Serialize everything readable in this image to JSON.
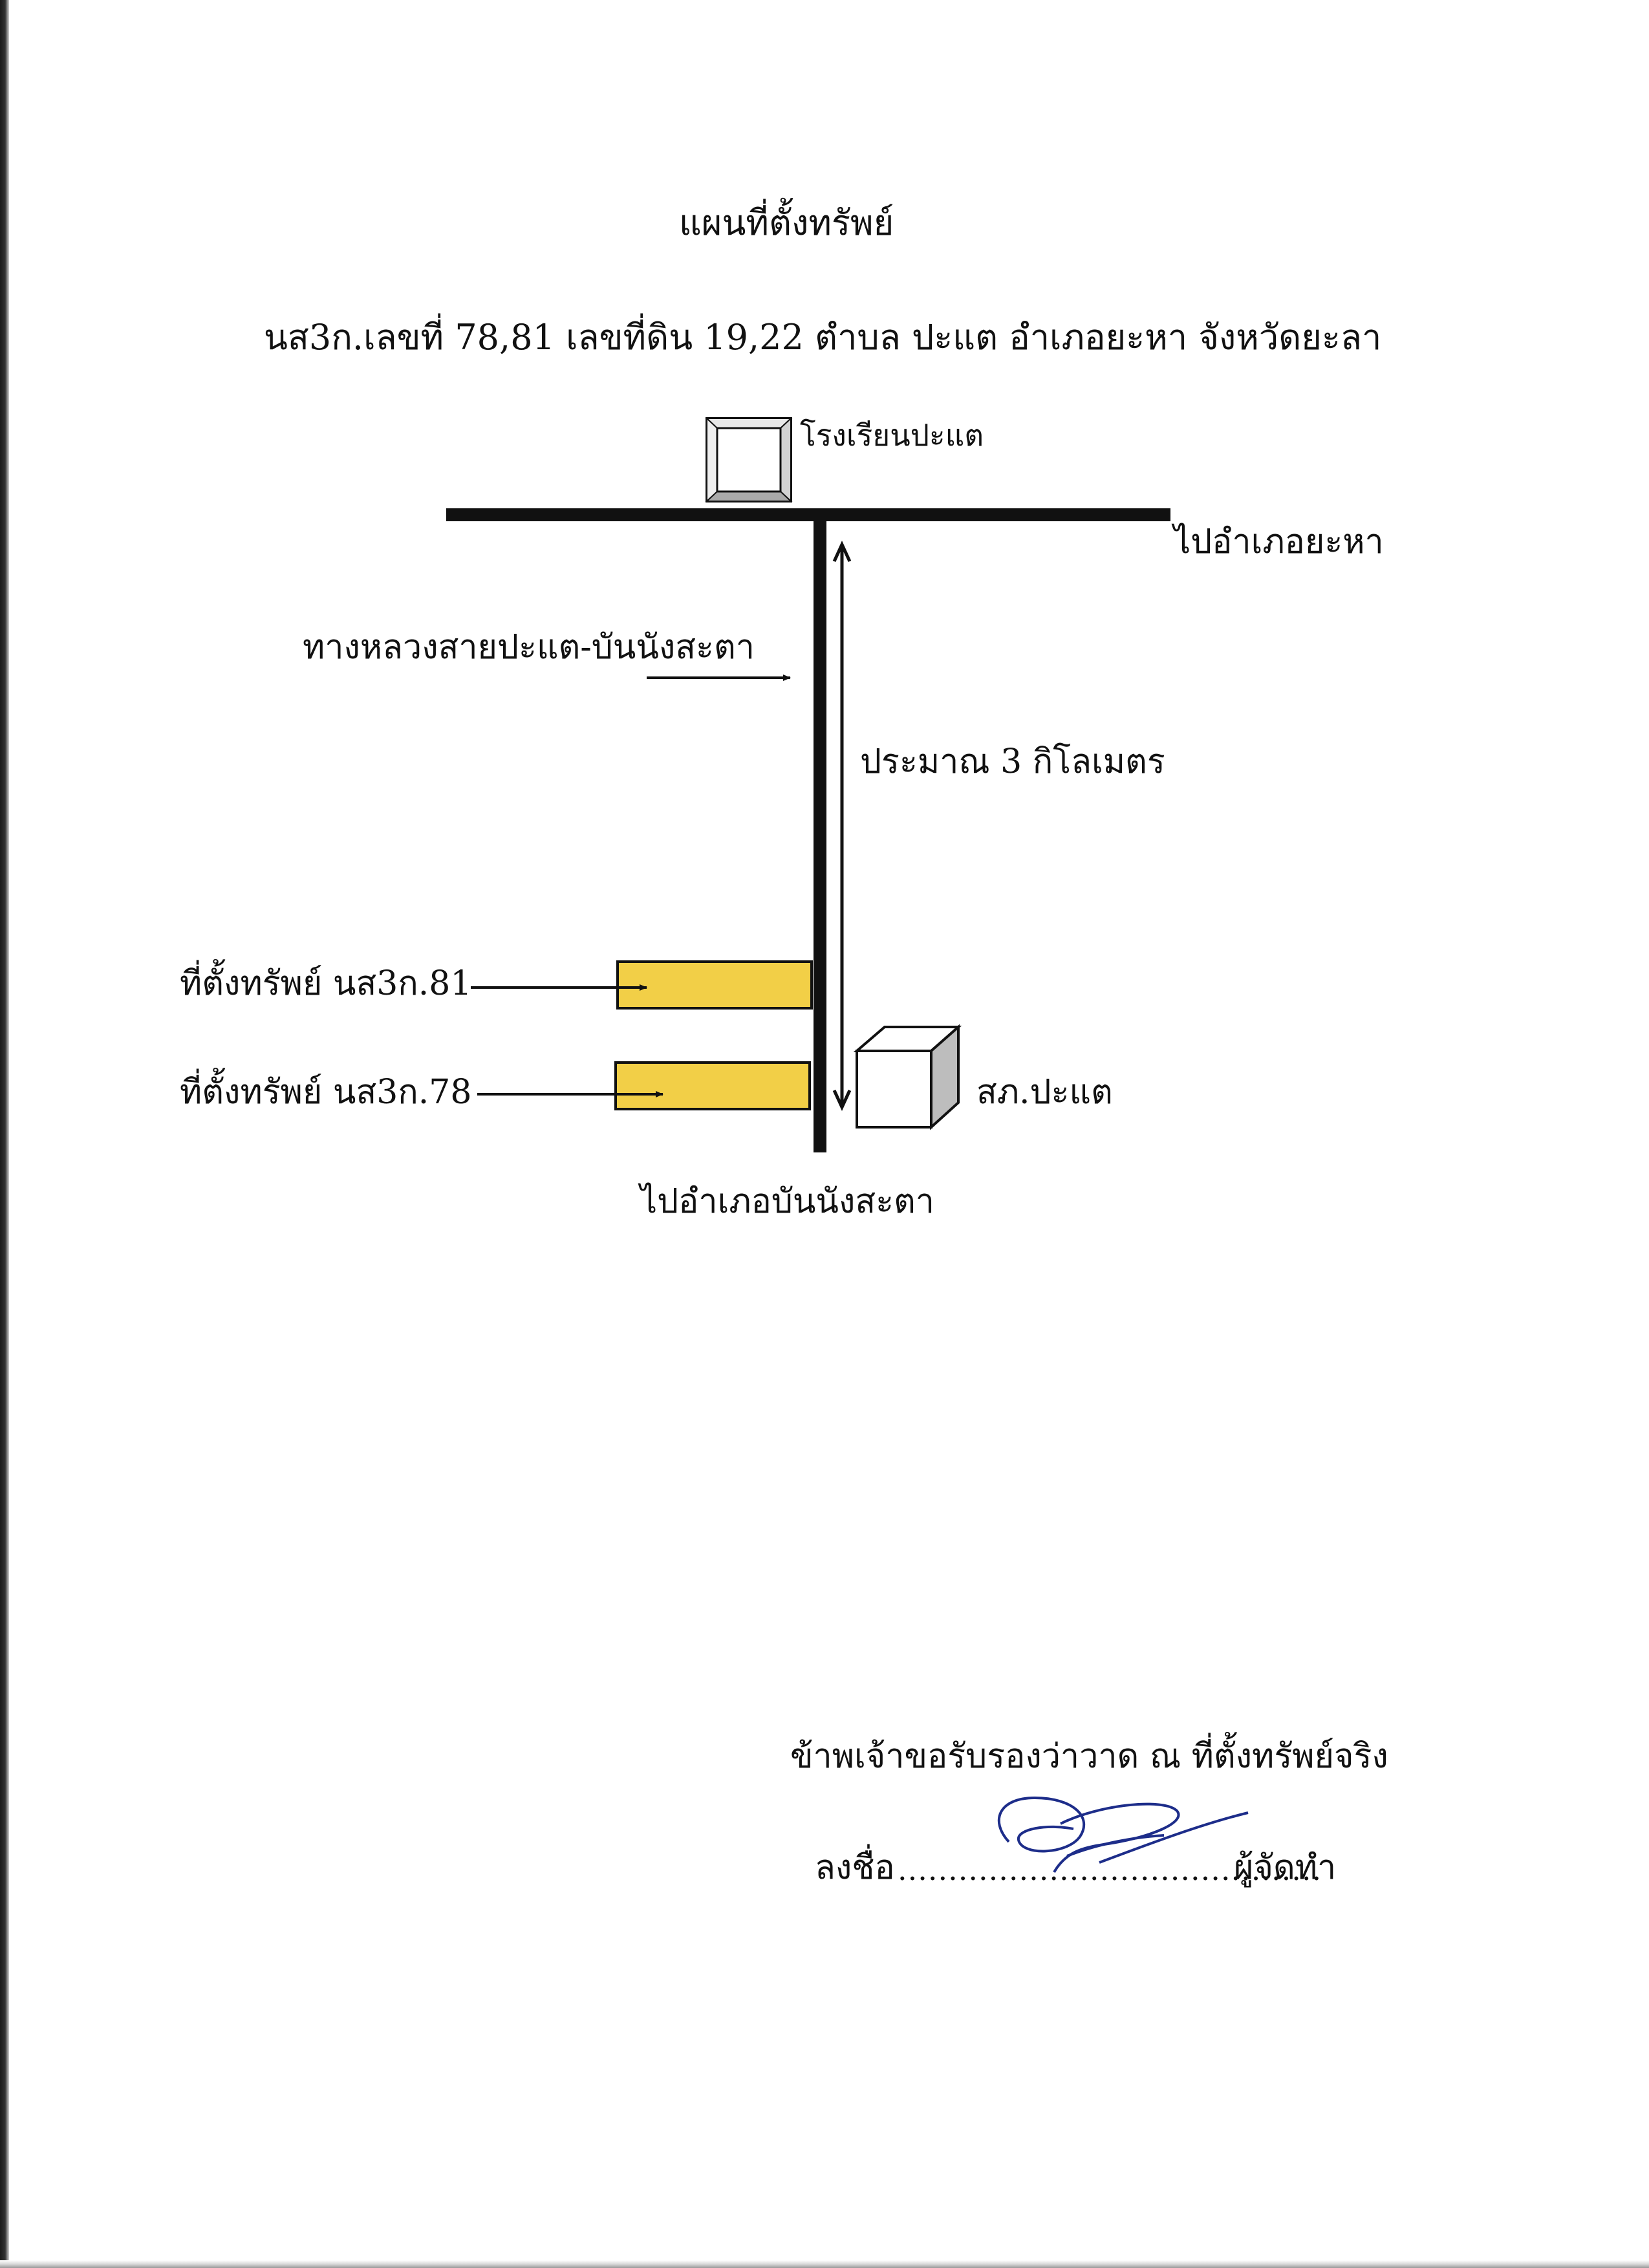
{
  "document": {
    "title": "แผนที่ตั้งทรัพย์",
    "subtitle": "นส3ก.เลขที่ 78,81 เลขที่ดิน 19,22 ตำบล ปะแต  อำเภอยะหา จังหวัดยะลา"
  },
  "map": {
    "school_label": "โรงเรียนปะแต",
    "to_yaha_label": "ไปอำเภอยะหา",
    "highway_label": "ทางหลวงสายปะแต-บันนังสะตา",
    "distance_label": "ประมาณ 3 กิโลเมตร",
    "site_81_label": "ที่ตั้งทรัพย์ นส3ก.81",
    "site_78_label": "ที่ตั้งทรัพย์ นส3ก.78",
    "police_label": "สภ.ปะแต",
    "to_bannang_label": "ไปอำเภอบันนังสะตา",
    "plot_color": "#f2cf47",
    "road_color": "#111111"
  },
  "footer": {
    "certification": "ข้าพเจ้าขอรับรองว่าวาด ณ ที่ตั้งทรัพย์จริง",
    "sign_prefix": "ลงชื่อ",
    "sign_dots": "..........................................",
    "sign_suffix": "ผู้จัดทำ"
  }
}
